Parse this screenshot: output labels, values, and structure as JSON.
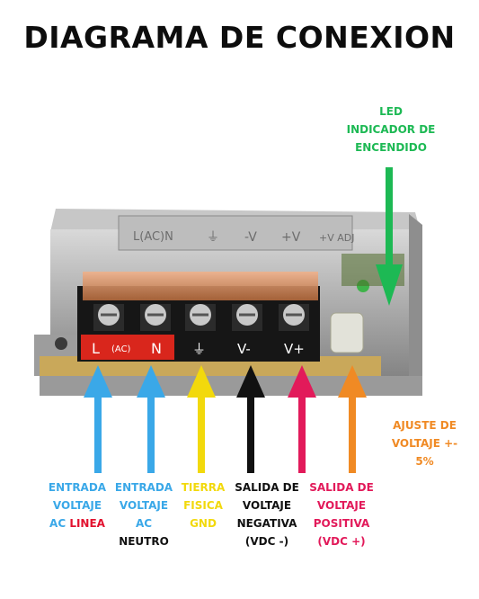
{
  "title": "DIAGRAMA DE CONEXION",
  "device": {
    "cover_labels": [
      "L(AC)N",
      "⏚",
      "-V",
      "+V",
      "+V ADJ"
    ],
    "terminal_labels": [
      "L",
      "(AC)",
      "N",
      "⏚",
      "V-",
      "V+"
    ]
  },
  "labels": {
    "led": [
      "LED",
      "INDICADOR DE",
      "ENCENDIDO"
    ],
    "adjust": [
      "AJUSTE DE",
      "VOLTAJE +-",
      "5%"
    ],
    "line_input": [
      "ENTRADA",
      "VOLTAJE",
      "AC",
      "LINEA"
    ],
    "neutral_input": [
      "ENTRADA",
      "VOLTAJE",
      "AC",
      "NEUTRO"
    ],
    "ground": [
      "TIERRA",
      "FISICA",
      "GND"
    ],
    "neg_output": [
      "SALIDA DE",
      "VOLTAJE",
      "NEGATIVA",
      "(VDC -)"
    ],
    "pos_output": [
      "SALIDA DE",
      "VOLTAJE",
      "POSITIVA",
      "(VDC +)"
    ]
  },
  "colors": {
    "led_arrow": "#1db954",
    "ac_arrows": "#3aa8e8",
    "ground_arrow": "#f2d90c",
    "neg_arrow": "#111111",
    "pos_arrow": "#e21a5a",
    "adjust_arrow": "#f08a24",
    "ac_terminal": "#d9261c"
  }
}
